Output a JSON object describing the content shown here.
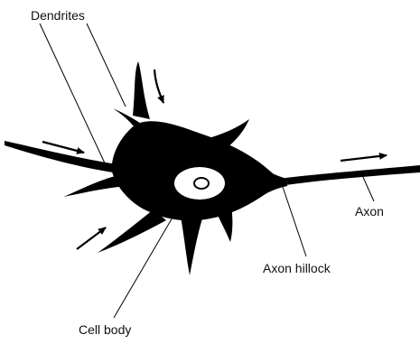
{
  "labels": {
    "dendrites": "Dendrites",
    "axon": "Axon",
    "axon_hillock": "Axon hillock",
    "cell_body": "Cell body"
  },
  "colors": {
    "ink": "#000000",
    "nucleus_fill": "#ffffff",
    "background": "#ffffff"
  }
}
